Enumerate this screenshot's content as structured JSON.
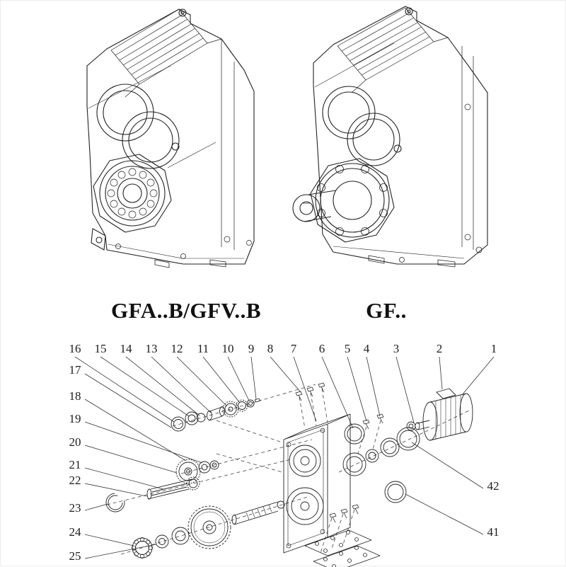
{
  "page": {
    "background": "#ffffff",
    "line_color": "#222222"
  },
  "models": [
    {
      "label": "GFA..B/GFV..B"
    },
    {
      "label": "GF.."
    }
  ],
  "exploded_view": {
    "top_numbers": [
      "16",
      "15",
      "14",
      "13",
      "12",
      "11",
      "10",
      "9",
      "8",
      "7",
      "6",
      "5",
      "4",
      "3",
      "2",
      "1"
    ],
    "left_numbers": [
      "17",
      "18",
      "19",
      "20",
      "21",
      "22",
      "23",
      "24",
      "25"
    ],
    "right_numbers": [
      "42",
      "41"
    ]
  }
}
